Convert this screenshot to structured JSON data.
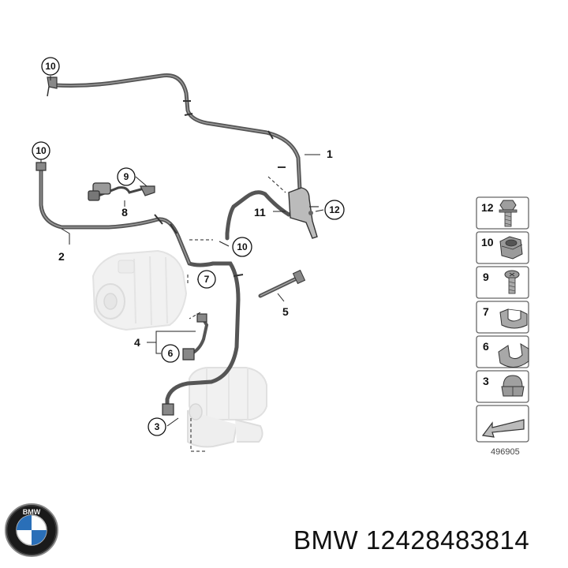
{
  "callouts": {
    "c10_top": "10",
    "c10_mid": "10",
    "c9": "9",
    "c8": "8",
    "c1": "1",
    "c11": "11",
    "c12": "12",
    "c2": "2",
    "c10_low": "10",
    "c7": "7",
    "c5": "5",
    "c4": "4",
    "c6": "6",
    "c3": "3"
  },
  "legend": {
    "items": [
      "12",
      "10",
      "9",
      "7",
      "6",
      "3"
    ],
    "reference_number": "496905"
  },
  "footer": {
    "brand": "BMW",
    "part_number": "12428483814"
  },
  "logo": {
    "letters": "BMW"
  },
  "colors": {
    "cable": "#555555",
    "cable_light": "#7a7a7a",
    "ghost": "#e0e0e0",
    "legend_border": "#666666"
  }
}
